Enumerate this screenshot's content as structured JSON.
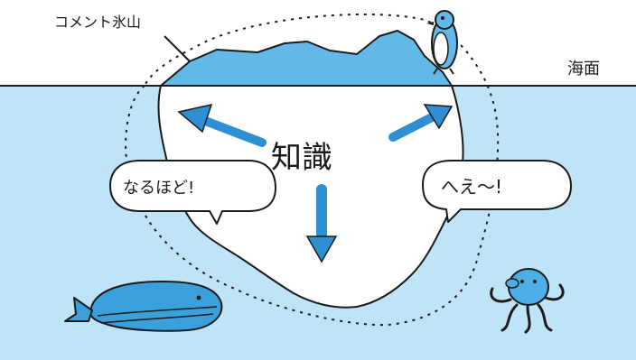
{
  "labels": {
    "title": "コメント氷山",
    "sea_surface": "海面",
    "center": "知識",
    "bubble_left": "なるほど!",
    "bubble_right": "へえ〜!"
  },
  "colors": {
    "water": "#bfe4f7",
    "iceberg_top": "#62b8e6",
    "iceberg_body": "#ffffff",
    "arrow": "#2f8fd3",
    "outline": "#1b1b1b",
    "whale": "#3aa0dc",
    "octopus": "#4cb0e6"
  }
}
